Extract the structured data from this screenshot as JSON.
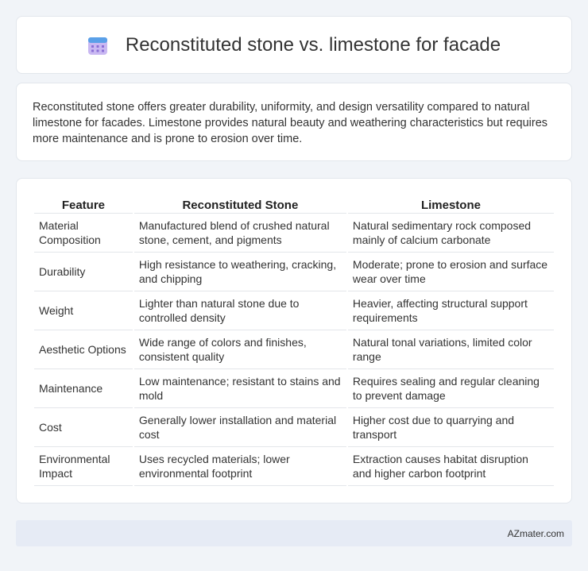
{
  "header": {
    "title": "Reconstituted stone vs. limestone for facade",
    "icon": "calendar-icon",
    "icon_color": "#8a6fd6"
  },
  "summary": {
    "text": "Reconstituted stone offers greater durability, uniformity, and design versatility compared to natural limestone for facades. Limestone provides natural beauty and weathering characteristics but requires more maintenance and is prone to erosion over time."
  },
  "table": {
    "headers": [
      "Feature",
      "Reconstituted Stone",
      "Limestone"
    ],
    "rows": [
      [
        "Material Composition",
        "Manufactured blend of crushed natural stone, cement, and pigments",
        "Natural sedimentary rock composed mainly of calcium carbonate"
      ],
      [
        "Durability",
        "High resistance to weathering, cracking, and chipping",
        "Moderate; prone to erosion and surface wear over time"
      ],
      [
        "Weight",
        "Lighter than natural stone due to controlled density",
        "Heavier, affecting structural support requirements"
      ],
      [
        "Aesthetic Options",
        "Wide range of colors and finishes, consistent quality",
        "Natural tonal variations, limited color range"
      ],
      [
        "Maintenance",
        "Low maintenance; resistant to stains and mold",
        "Requires sealing and regular cleaning to prevent damage"
      ],
      [
        "Cost",
        "Generally lower installation and material cost",
        "Higher cost due to quarrying and transport"
      ],
      [
        "Environmental Impact",
        "Uses recycled materials; lower environmental footprint",
        "Extraction causes habitat disruption and higher carbon footprint"
      ]
    ]
  },
  "footer": {
    "brand": "AZmater.com"
  }
}
